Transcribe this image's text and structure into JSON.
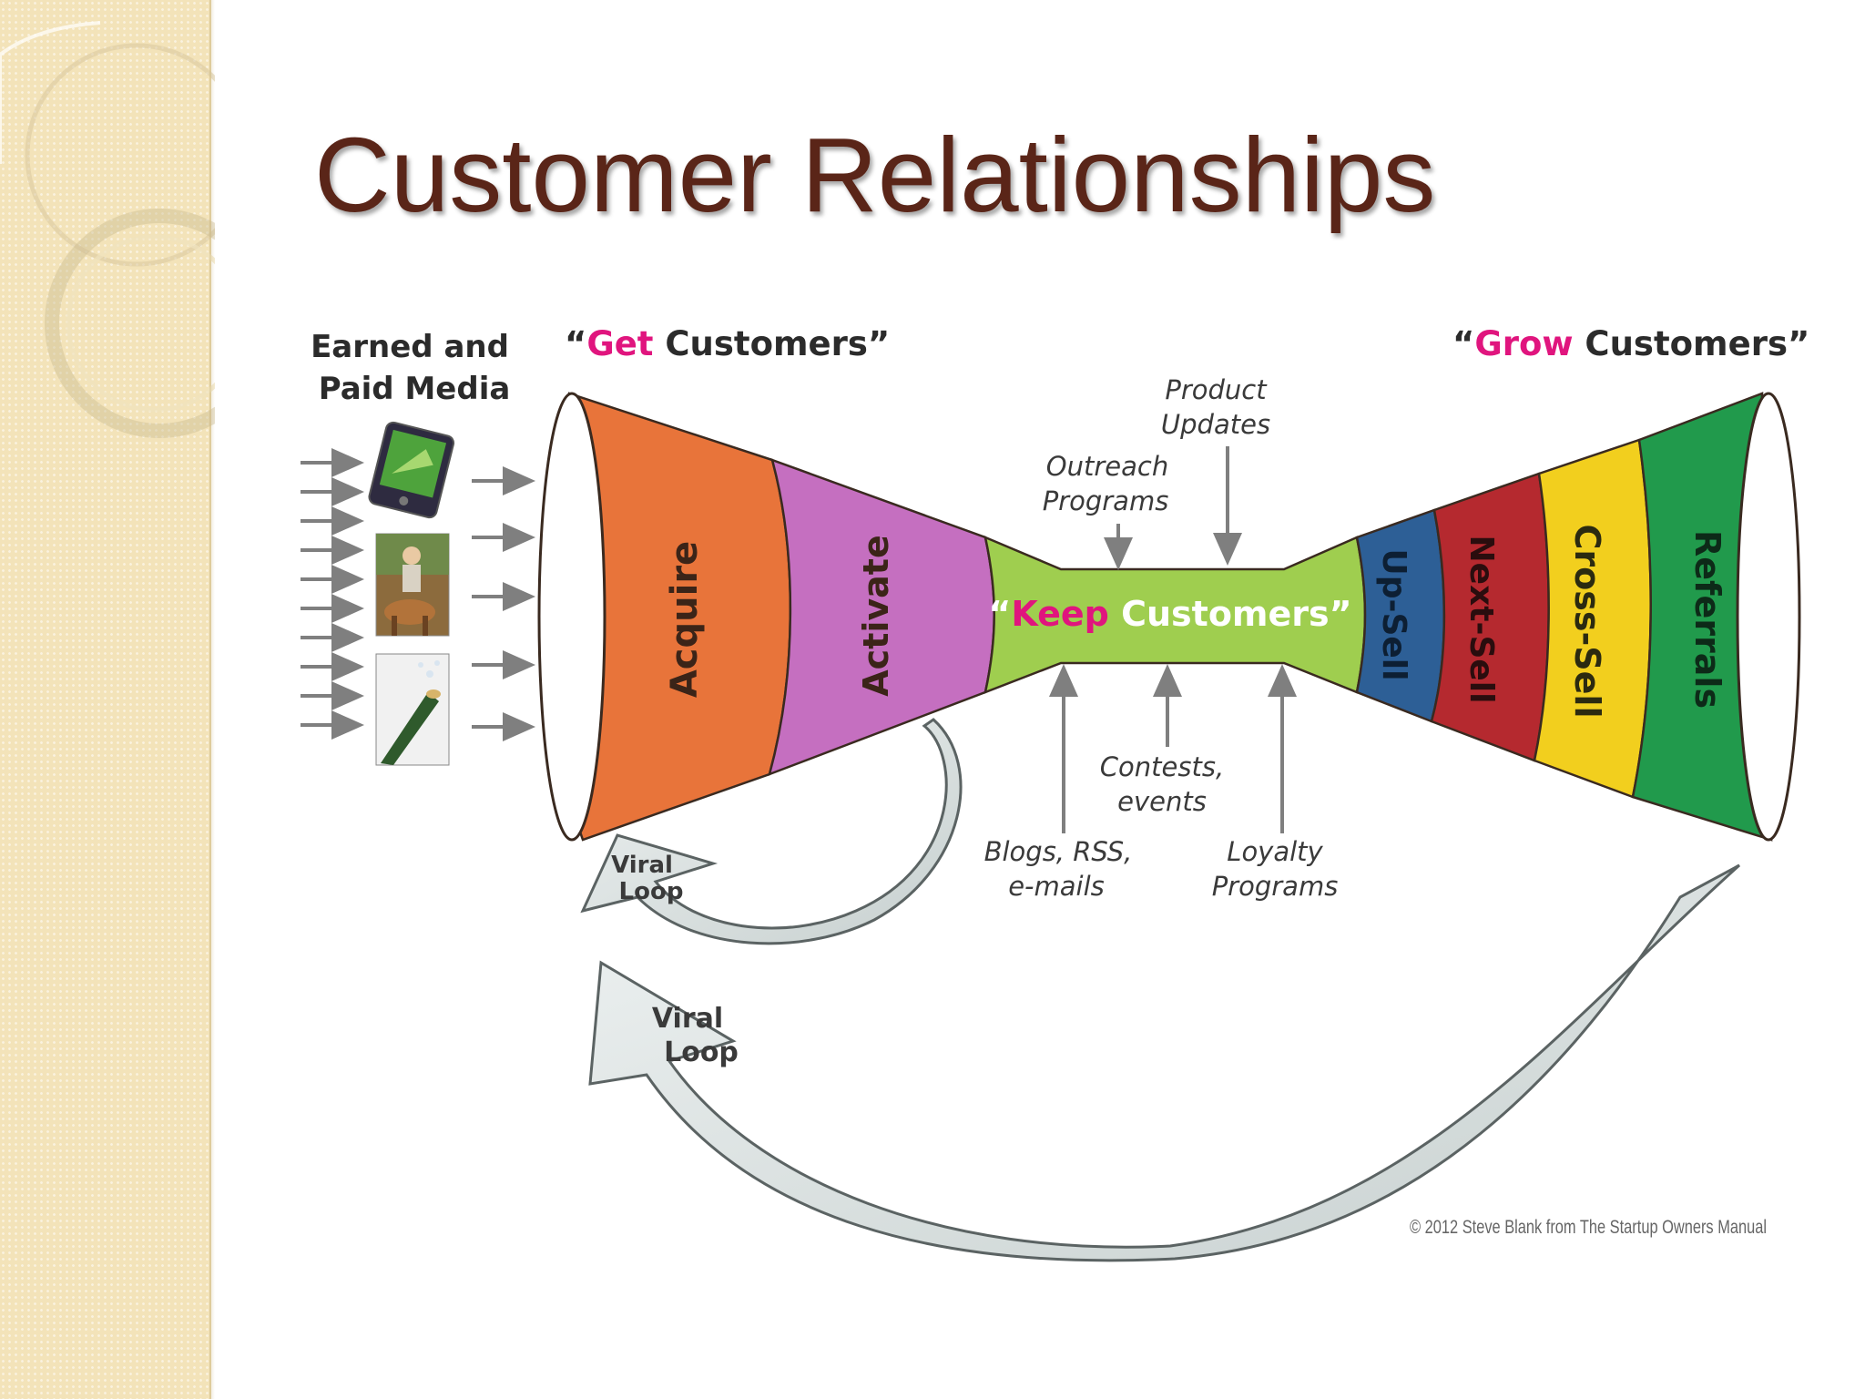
{
  "slide": {
    "title": "Customer Relationships"
  },
  "diagram": {
    "media_label": [
      "Earned and",
      "Paid Media"
    ],
    "get_customers": {
      "open_quote": "“",
      "word": "Get",
      "rest": " Customers”"
    },
    "grow_customers": {
      "open_quote": "“",
      "word": "Grow",
      "rest": " Customers”"
    },
    "keep_customers": {
      "open_quote": "“",
      "word": "Keep",
      "rest": " Customers”"
    },
    "stages_left": [
      "Acquire",
      "Activate"
    ],
    "stages_right": [
      "Up-Sell",
      "Next-Sell",
      "Cross-Sell",
      "Referrals"
    ],
    "annotations": {
      "product_updates": [
        "Product",
        "Updates"
      ],
      "outreach_programs": [
        "Outreach",
        "Programs"
      ],
      "contests_events": [
        "Contests,",
        "events"
      ],
      "blogs_rss_emails": [
        "Blogs, RSS,",
        "e-mails"
      ],
      "loyalty_programs": [
        "Loyalty",
        "Programs"
      ]
    },
    "viral_loop_small": [
      "Viral",
      "Loop"
    ],
    "viral_loop_large": [
      "Viral",
      "Loop"
    ],
    "copyright": "© 2012 Steve Blank from The Startup Owners Manual",
    "colors": {
      "acquire": "#e8743a",
      "activate": "#c56fc0",
      "keep": "#9fce4f",
      "up_sell": "#2d5f96",
      "next_sell": "#b5292f",
      "cross_sell": "#f2cf1e",
      "referrals": "#219a4c",
      "accent_magenta": "#e0157e",
      "title": "#5a2518",
      "arrow_fill": "#d6dedd"
    }
  }
}
